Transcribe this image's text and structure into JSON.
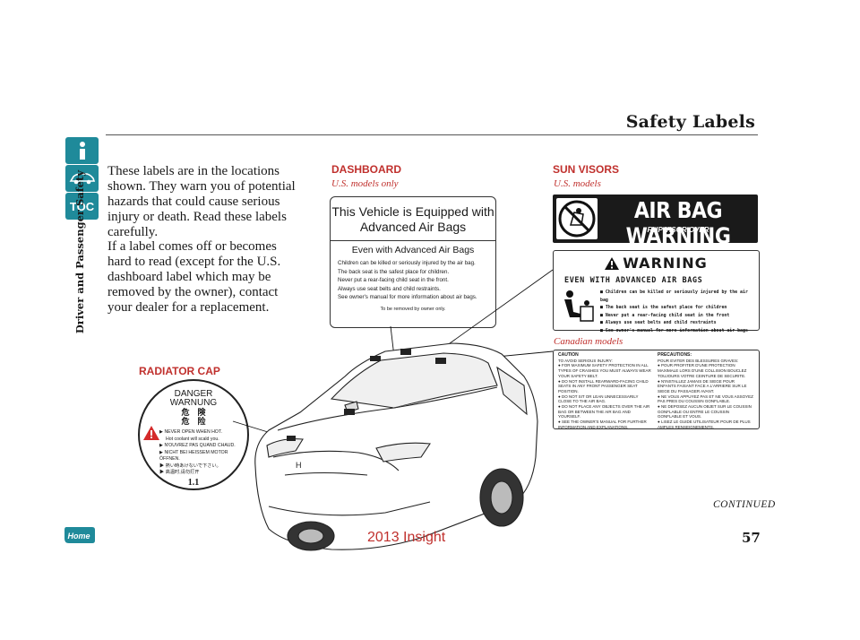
{
  "header": {
    "title": "Safety Labels"
  },
  "sidebar": {
    "section": "Driver and Passenger Safety",
    "toc_label": "TOC"
  },
  "intro": {
    "p1": "These labels are in the locations shown. They warn you of potential hazards that could cause serious injury or death. Read these labels carefully.",
    "p2": "If a label comes off or becomes hard to read (except for the U.S. dashboard label which may be removed by the owner), contact your dealer for a replacement."
  },
  "dashboard": {
    "heading": "DASHBOARD",
    "sub": "U.S. models only",
    "title_line1": "This Vehicle is Equipped with",
    "title_line2": "Advanced Air Bags",
    "subtitle": "Even with Advanced Air Bags",
    "lines": [
      "Children can be killed or seriously injured by the air bag.",
      "The back seat is the safest place for children.",
      "Never put a rear-facing child seat in the front.",
      "Always use seat belts and child restraints.",
      "See owner's manual for more information about air bags."
    ],
    "footnote": "To be removed by owner only."
  },
  "sunvisor": {
    "heading": "SUN VISORS",
    "sub_us": "U.S. models",
    "banner": "AIR BAG WARNING",
    "flip": "FLIP VISOR OVER",
    "warning_word": "WARNING",
    "warning_sub": "EVEN WITH ADVANCED AIR BAGS",
    "bullets": [
      "Children can be killed or seriously injured by the air bag",
      "The back seat is the safest place for children",
      "Never put a rear-facing child seat in the front",
      "Always use seat belts and child restraints",
      "See owner's manual for more information about air bags"
    ],
    "sub_ca": "Canadian models",
    "ca_left_title": "CAUTION",
    "ca_left": [
      "TO AVOID SERIOUS INJURY:",
      "FOR MAXIMUM SAFETY PROTECTION IN ALL TYPES OF CRASHES YOU MUST ALWAYS WEAR YOUR SAFETY BELT.",
      "DO NOT INSTALL REARWARD-FACING CHILD SEATS IN ANY FRONT PASSENGER SEAT POSITION.",
      "DO NOT SIT OR LEAN UNNECESSARILY CLOSE TO THE AIR BAG.",
      "DO NOT PLACE ANY OBJECTS OVER THE AIR BAG OR BETWEEN THE AIR BAG AND YOURSELF.",
      "SEE THE OWNER'S MANUAL FOR FURTHER INFORMATION AND EXPLANATIONS."
    ],
    "ca_right_title": "PRECAUTIONS:",
    "ca_right": [
      "POUR EVITER DES BLESSURES GRAVES:",
      "POUR PROFITER D'UNE PROTECTION MAXIMALE LORS D'UNE COLLISION BOUCLEZ TOUJOURS VOTRE CEINTURE DE SECURITE.",
      "N'INSTALLEZ JAMAIS DE SIEGE POUR ENFANTS FAISANT FACE A L'ARRIERE SUR LE SIEGE DU PASSAGER AVANT.",
      "NE VOUS APPUYEZ PAS ET NE VOUS ASSOYEZ PAS PRES DU COUSSIN GONFLABLE.",
      "NE DEPOSEZ AUCUN OBJET SUR LE COUSSIN GONFLABLE OU ENTRE LE COUSSIN GONFLABLE ET VOUS.",
      "LISEZ LE GUIDE UTILISATEUR POUR DE PLUS AMPLES RENSEIGNEMENTS."
    ]
  },
  "radiator": {
    "heading": "RADIATOR CAP",
    "danger": "DANGER",
    "warnung": "WARNUNG",
    "cjk1": "危　険",
    "cjk2": "危　险",
    "lines": [
      "NEVER OPEN WHEN HOT.",
      "Hot coolant will scald you.",
      "N'OUVREZ PAS QUAND CHAUD.",
      "NICHT BEI HEISSEM MOTOR ÖFFNEN.",
      "熱い時あけないで下さい。",
      "高温时,请勿打开"
    ],
    "rating": "1.1"
  },
  "footer": {
    "continued": "CONTINUED",
    "model": "2013 Insight",
    "page": "57"
  }
}
